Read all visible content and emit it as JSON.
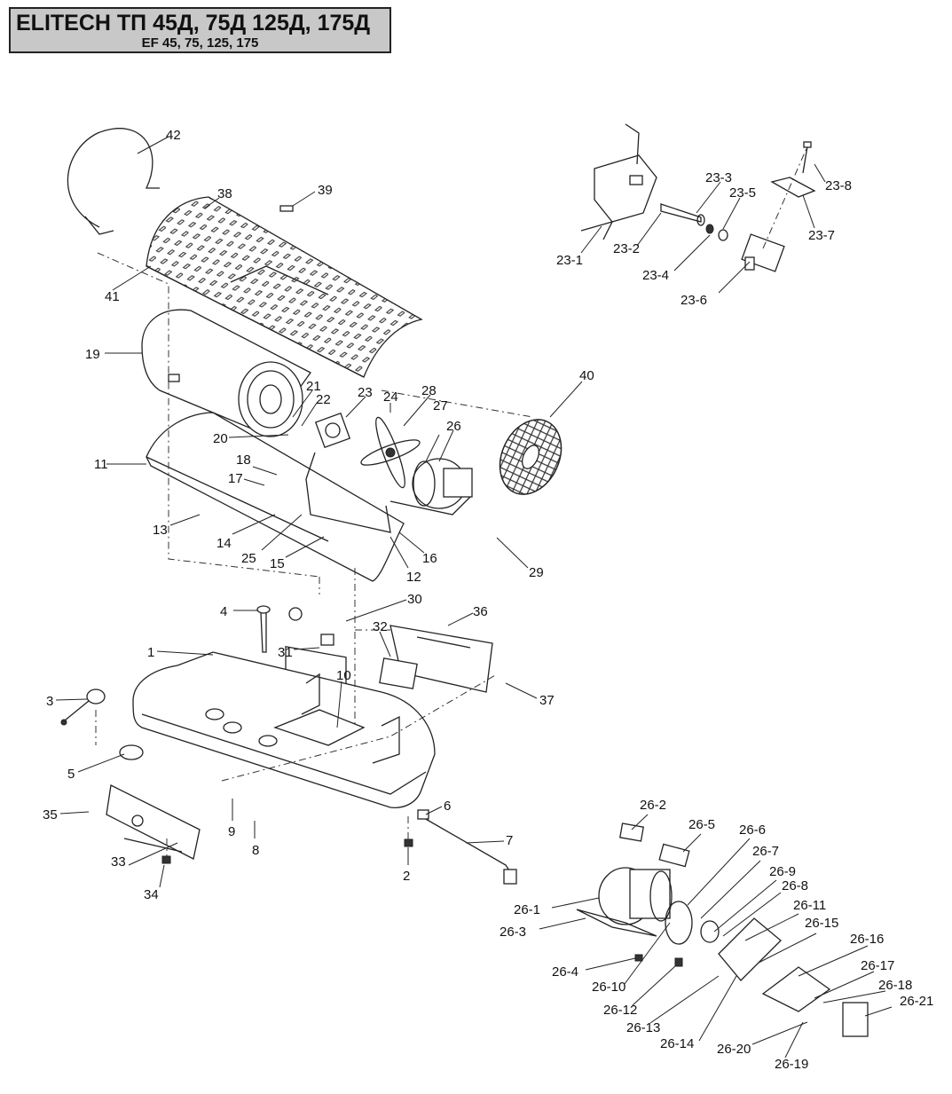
{
  "header": {
    "title": "ELITECH ТП 45Д, 75Д 125Д, 175Д",
    "subtitle": "EF 45, 75, 125, 175"
  },
  "callouts": [
    "42",
    "38",
    "39",
    "41",
    "19",
    "21",
    "22",
    "23",
    "24",
    "28",
    "27",
    "26",
    "40",
    "20",
    "11",
    "18",
    "17",
    "13",
    "14",
    "25",
    "15",
    "12",
    "16",
    "29",
    "4",
    "30",
    "31",
    "1",
    "32",
    "36",
    "3",
    "10",
    "37",
    "5",
    "6",
    "35",
    "9",
    "8",
    "7",
    "33",
    "2",
    "34",
    "23-3",
    "23-5",
    "23-8",
    "23-1",
    "23-2",
    "23-4",
    "23-7",
    "23-6",
    "26-2",
    "26-5",
    "26-6",
    "26-7",
    "26-9",
    "26-8",
    "26-11",
    "26-15",
    "26-16",
    "26-1",
    "26-3",
    "26-17",
    "26-18",
    "26-21",
    "26-4",
    "26-10",
    "26-12",
    "26-13",
    "26-14",
    "26-20",
    "26-19"
  ]
}
